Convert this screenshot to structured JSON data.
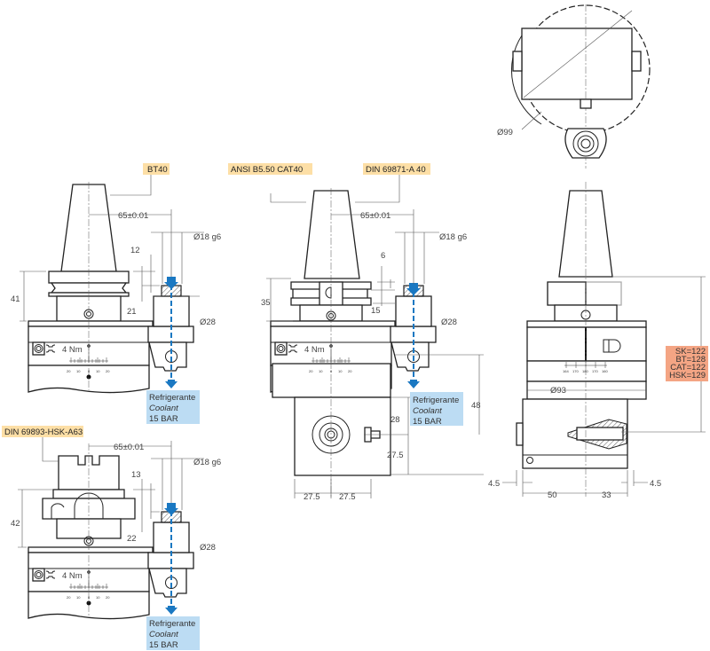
{
  "labels": {
    "bt40": "BT40",
    "ansi": "ANSI B5.50 CAT40",
    "din": "DIN 69871-A 40",
    "hsk": "DIN 69893-HSK-A63"
  },
  "common": {
    "offset": "65±0.01",
    "shank_dia": "Ø18 g6",
    "collar_dia": "Ø28",
    "torque": "4 Nm",
    "scale": [
      "20",
      "10",
      "0",
      "10",
      "20"
    ],
    "coolant": [
      "Refrigerante",
      "Coolant",
      "15 BAR"
    ]
  },
  "view_bt40": {
    "d1": "12",
    "d2": "21",
    "h": "41"
  },
  "view_cat40": {
    "d1": "6",
    "d2": "15",
    "h": "35",
    "d3": "28",
    "d4": "48",
    "d5": "27.5",
    "w1": "27.5",
    "w2": "27.5"
  },
  "view_hsk": {
    "d1": "13",
    "d2": "22",
    "h": "42"
  },
  "view_right": {
    "top_dia": "Ø99",
    "body_dia": "Ø93",
    "scale": [
      "164",
      "170",
      "180",
      "170",
      "160"
    ],
    "lengths": [
      "SK=122",
      "BT=128",
      "CAT=122",
      "HSK=129"
    ],
    "left_gap": "4.5",
    "right_gap": "4.5",
    "w_left": "50",
    "w_right": "33"
  },
  "colors": {
    "label_bg": "#fddfa6",
    "coolant_bg": "#bcdcf3",
    "length_bg": "#f4a584",
    "coolant_line": "#1a78c2"
  }
}
